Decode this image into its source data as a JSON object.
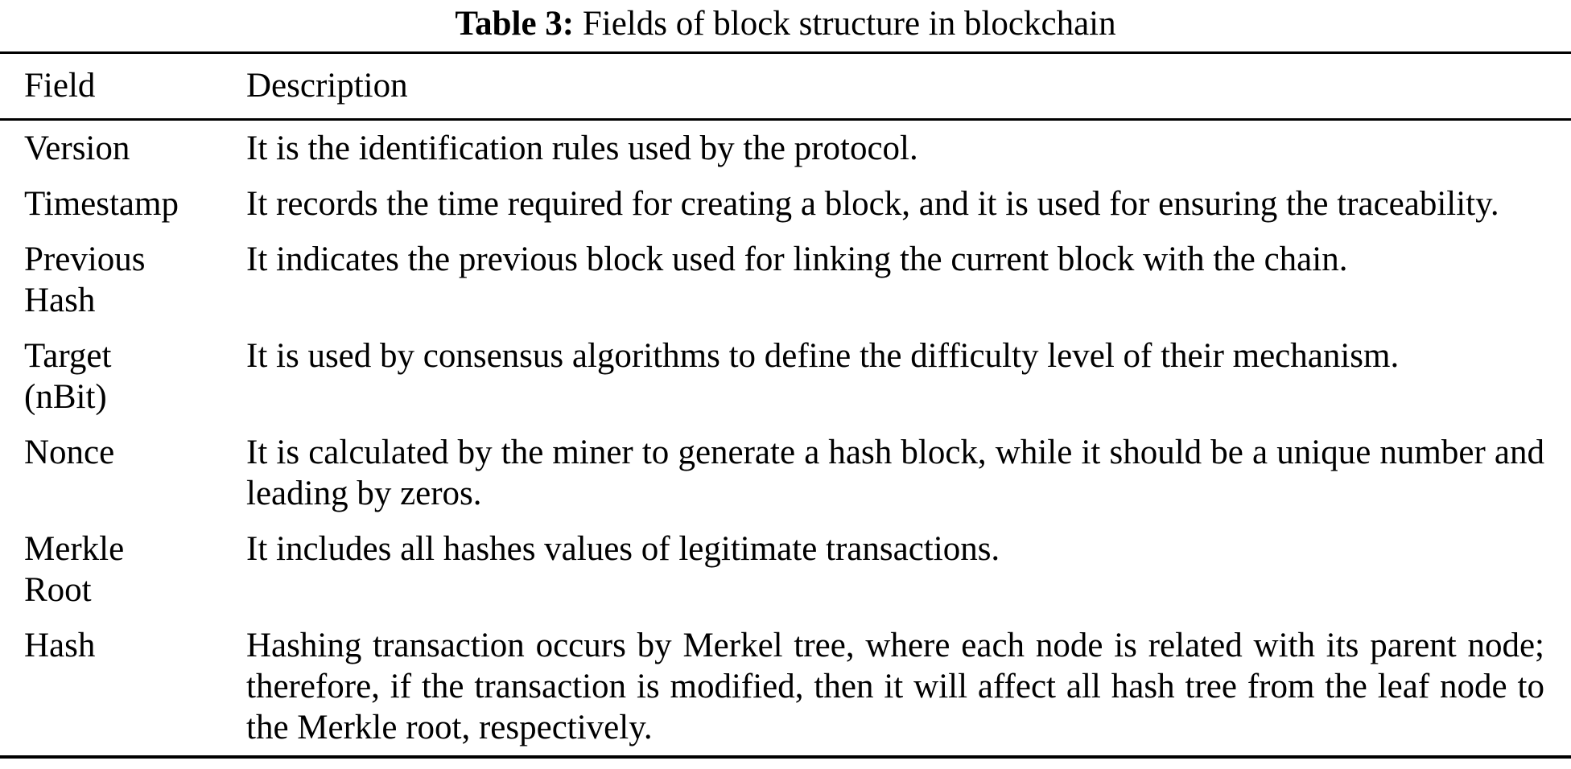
{
  "caption": {
    "label": "Table 3:",
    "text": " Fields of block structure in blockchain"
  },
  "table": {
    "columns": [
      "Field",
      "Description"
    ],
    "rows": [
      {
        "field": "Version",
        "description": "It is the identification rules used by the protocol."
      },
      {
        "field": "Timestamp",
        "description": "It records the time required for creating a block, and it is used for ensuring the traceability."
      },
      {
        "field": "Previous Hash",
        "description": "It indicates the previous block used for linking the current block with the chain."
      },
      {
        "field": "Target (nBit)",
        "description": "It is used by consensus algorithms to define the difficulty level of their mechanism."
      },
      {
        "field": "Nonce",
        "description": "It is calculated by the miner to generate a hash block, while it should be a unique number and leading by zeros."
      },
      {
        "field": "Merkle Root",
        "description": "It includes all hashes values of legitimate transactions."
      },
      {
        "field": "Hash",
        "description": "Hashing transaction occurs by Merkel tree, where each node is related with its parent node; therefore, if the transaction is modified, then it will affect all hash tree from the leaf node to the Merkle root, respectively."
      }
    ]
  },
  "colors": {
    "text": "#000000",
    "background": "#ffffff",
    "rule": "#000000"
  }
}
